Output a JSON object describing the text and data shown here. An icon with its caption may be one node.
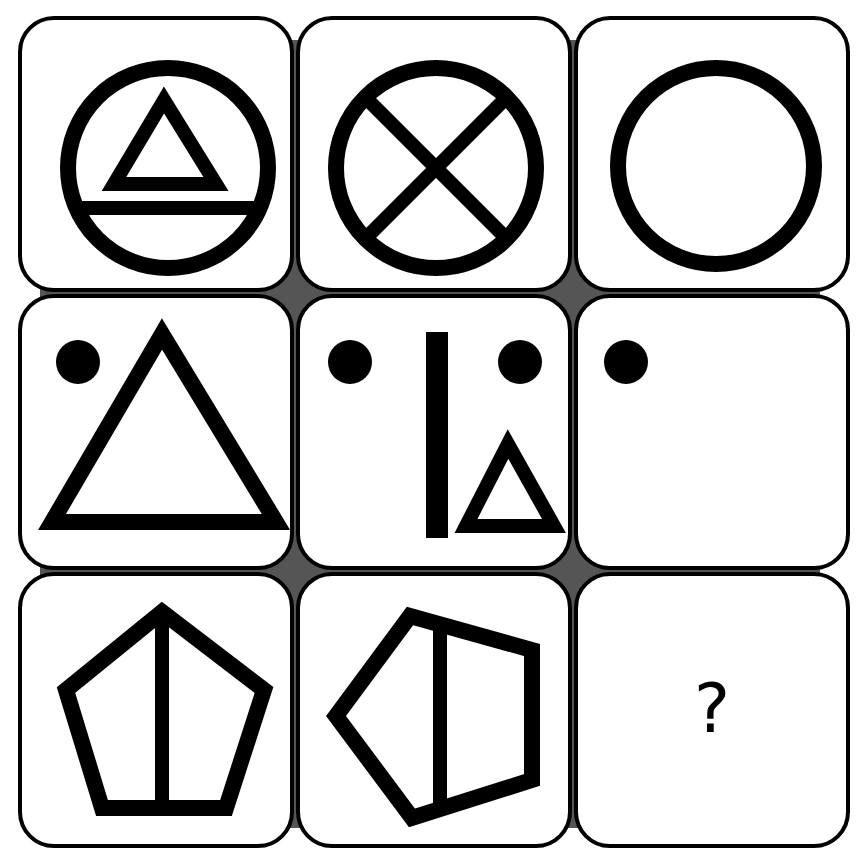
{
  "diagram": {
    "nodes": [
      {
        "text": [],
        "shape": "box"
      },
      {
        "text": [],
        "shape": "box"
      },
      {
        "text": [],
        "shape": "box"
      },
      {
        "text": [],
        "shape": "box"
      },
      {
        "text": [],
        "shape": "box"
      },
      {
        "text": [],
        "shape": "box"
      },
      {
        "text": [],
        "shape": "box"
      },
      {
        "text": [],
        "shape": "box"
      },
      {
        "text": [
          "?"
        ]
      }
    ]
  }
}
